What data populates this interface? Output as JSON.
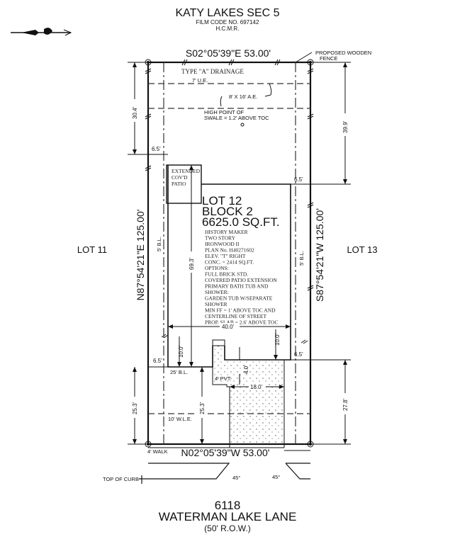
{
  "header": {
    "subdivision": "KATY LAKES SEC 5",
    "film_code": "FILM CODE NO. 697142",
    "record": "H.C.M.R."
  },
  "bearings": {
    "north": "S02°05'39\"E   53.00'",
    "south": "N02°05'39\"W   53.00'",
    "west": "N87°54'21\"E   125.00'",
    "east": "S87°54'21\"W   125.00'"
  },
  "notes": {
    "fence": "PROPOSED WOODEN",
    "fence2": "FENCE",
    "drainage": "TYPE \"A\" DRAINAGE",
    "ue": "7' U.E.",
    "ae": "8' X 16' A.E.",
    "swale1": "HIGH POINT OF",
    "swale2": "SWALE = 1.2' ABOVE TOC",
    "patio": [
      "EXTENDED",
      "COV'D",
      "PATIO"
    ],
    "bl_side": "5' B.L.",
    "bl_front": "25' B.L.",
    "pvt": "4' PVT.",
    "wle": "10' W.L.E.",
    "walk": "4' WALK",
    "curb": "TOP OF CURB",
    "angle": "45°"
  },
  "lot": {
    "lot": "LOT 12",
    "block": "BLOCK 2",
    "area": "6625.0 SQ.FT.",
    "left_neighbor": "LOT 11",
    "right_neighbor": "LOT 13"
  },
  "house_info": [
    "HISTORY MAKER",
    "TWO STORY",
    "IRONWOOD II",
    "PLAN No. H40271602",
    "ELEV. \"T\" RIGHT",
    "CONC. = 2414 SQ.FT.",
    "OPTIONS:",
    "FULL BRICK STD.",
    "COVERED PATIO EXTENSION",
    "PRIMARY BATH TUB AND",
    "SHOWER:",
    "GARDEN TUB W/SEPARATE",
    "SHOWER",
    "MIN FF = 1' ABOVE TOC AND",
    "CENTERLINE OF STREET",
    "PROP. SLAB = 2.6' ABOVE TOC"
  ],
  "dimensions": {
    "d304": "30.4'",
    "d399": "39.9'",
    "d65": "6.5'",
    "d693": "69.3'",
    "d400": "40.0'",
    "d100": "10.0'",
    "d253": "25.3'",
    "d278": "27.8'",
    "d180": "18.0'",
    "d40": "4.0'"
  },
  "street": {
    "address": "6118",
    "name": "WATERMAN LAKE LANE",
    "row": "(50' R.O.W.)"
  }
}
